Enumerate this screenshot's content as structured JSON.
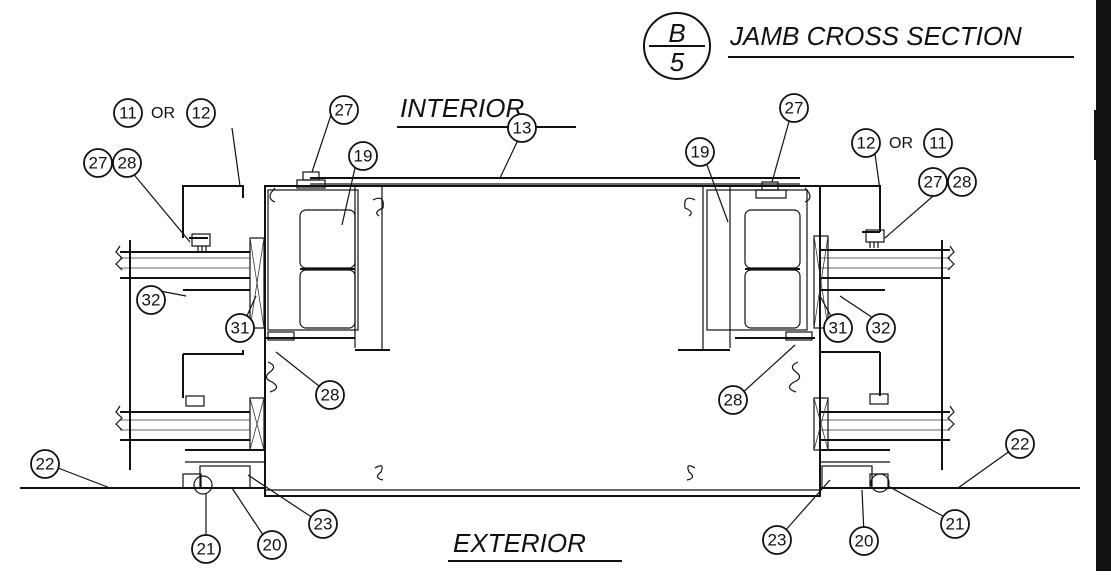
{
  "title": "JAMB CROSS SECTION",
  "detail_ref": {
    "letter": "B",
    "sheet": "5"
  },
  "labels": {
    "interior": "INTERIOR",
    "exterior": "EXTERIOR",
    "or": "OR"
  },
  "callouts": {
    "c11a": "11",
    "c12a": "12",
    "c27a": "27",
    "c28a": "28",
    "c27b": "27",
    "c19a": "19",
    "c13": "13",
    "c19b": "19",
    "c27c": "27",
    "c12b": "12",
    "c11b": "11",
    "c27d": "27",
    "c28b": "28",
    "c32a": "32",
    "c31a": "31",
    "c31b": "31",
    "c32b": "32",
    "c28c": "28",
    "c28d": "28",
    "c22a": "22",
    "c22b": "22",
    "c21a": "21",
    "c20a": "20",
    "c23a": "23",
    "c23b": "23",
    "c20b": "20",
    "c21b": "21"
  }
}
